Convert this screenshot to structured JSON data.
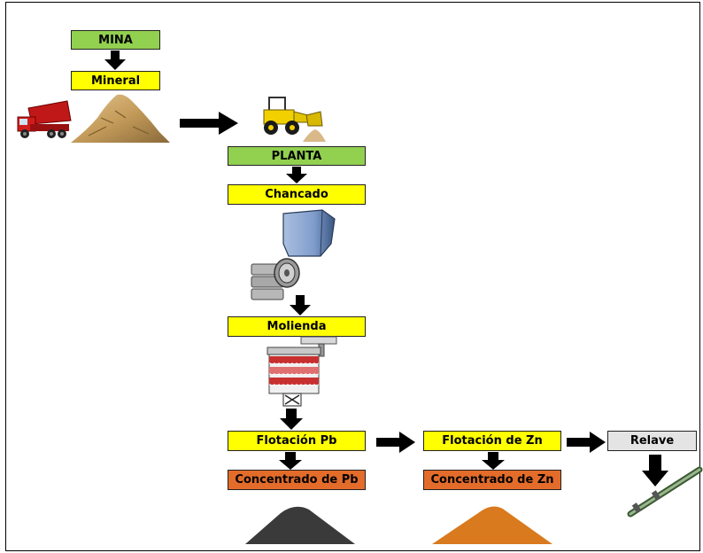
{
  "boxes": {
    "mina": "MINA",
    "mineral": "Mineral",
    "planta": "PLANTA",
    "chancado": "Chancado",
    "molienda": "Molienda",
    "flotacion_pb": "Flotación Pb",
    "flotacion_zn": "Flotación de Zn",
    "relave": "Relave",
    "concentrado_pb": "Concentrado de Pb",
    "concentrado_zn": "Concentrado de Zn"
  },
  "colors": {
    "green": "#92d050",
    "yellow": "#ffff00",
    "orange": "#e36c2a",
    "grey": "#e4e4e4",
    "pb_pile": "#3a3a3a",
    "zn_pile": "#d97a1e"
  },
  "icons": [
    "dump-truck-icon",
    "ore-pile-icon",
    "wheel-loader-icon",
    "crusher-hopper-icon",
    "jaw-crusher-icon",
    "ball-mill-icon",
    "pipe-icon",
    "concentrate-pile-pb-icon",
    "concentrate-pile-zn-icon"
  ]
}
